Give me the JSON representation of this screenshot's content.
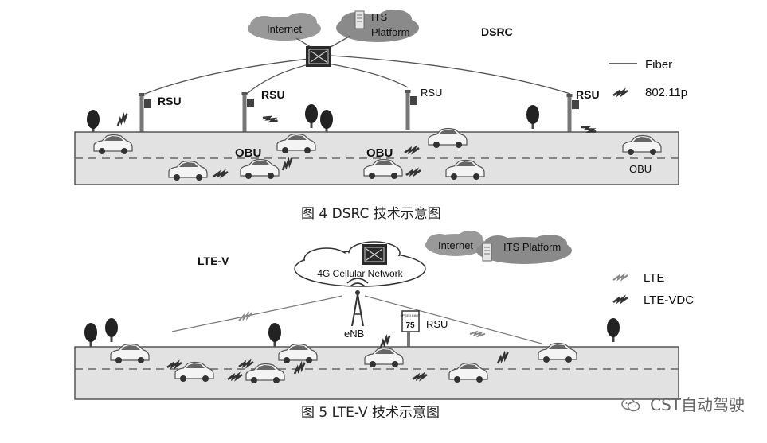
{
  "fig4": {
    "internet": "Internet",
    "its": "ITS Platform",
    "its_line1": "ITS",
    "its_line2": "Platform",
    "dsrc": "DSRC",
    "legend": {
      "fiber": "Fiber",
      "wireless": "802.11p"
    },
    "rsu": "RSU",
    "obu": "OBU",
    "caption": "图  4 DSRC 技术示意图"
  },
  "fig5": {
    "internet": "Internet",
    "its": "ITS Platform",
    "ltev": "LTE-V",
    "cellular": "4G Cellular Network",
    "enb": "eNB",
    "rsu": "RSU",
    "sign_top": "SPEED LIMIT",
    "sign_num": "75",
    "legend": {
      "lte": "LTE",
      "ltevdc": "LTE-VDC"
    },
    "caption": "图  5 LTE-V 技术示意图"
  },
  "watermark": "CST自动驾驶"
}
